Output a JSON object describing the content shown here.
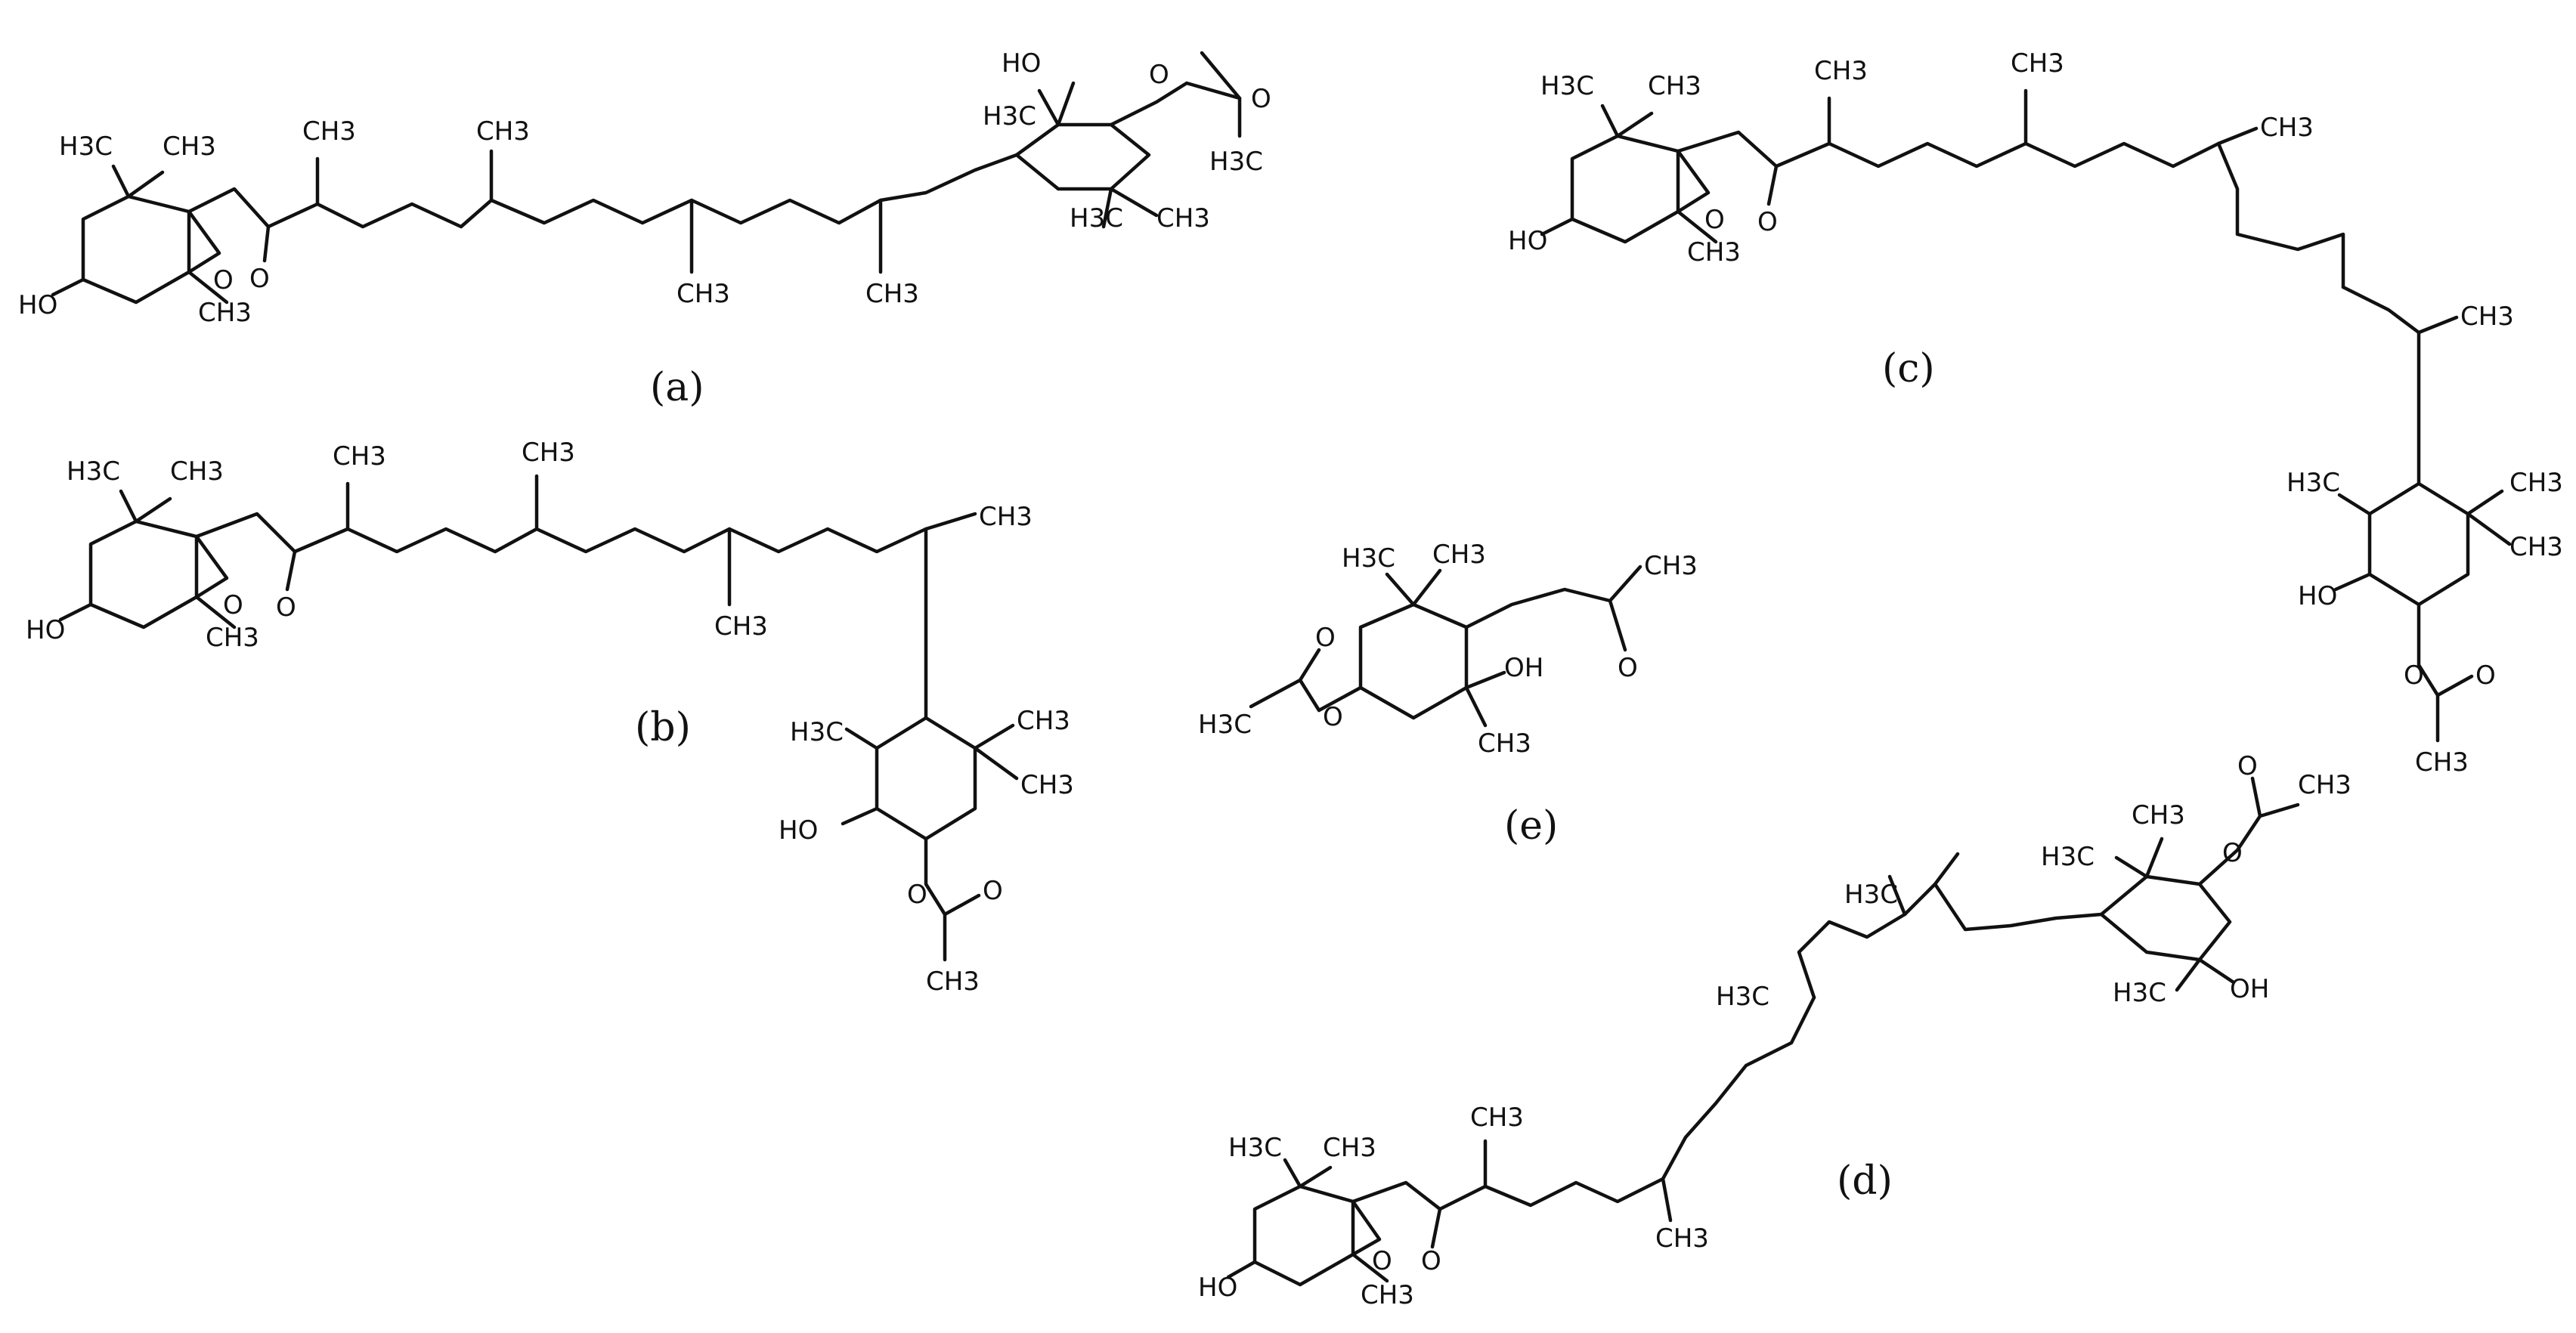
{
  "figure": {
    "structures": [
      {
        "id": "a",
        "caption": "(a)",
        "labels": {
          "ho_left": "HO",
          "epoxide_o": "O",
          "ketone_o": "O",
          "ho_right": "HO",
          "ester_o": "O",
          "carbonyl_o": "O",
          "h3c_gem": "H3C",
          "h3c_ring": "H3C",
          "h3c_acetyl": "H3C",
          "h3c_right": "H3C",
          "ch3_gem": "CH3",
          "ch3_epox": "CH3",
          "ch3_1": "CH3",
          "ch3_2": "CH3",
          "ch3_3": "CH3",
          "ch3_4": "CH3",
          "ch3_right": "CH3"
        }
      },
      {
        "id": "b",
        "caption": "(b)",
        "labels": {
          "ho_left": "HO",
          "epoxide_o": "O",
          "ketone_o": "O",
          "ho_right": "HO",
          "ester_o": "O",
          "carbonyl_o": "O",
          "h3c_gem": "H3C",
          "h3c_ring": "H3C",
          "ch3_gem": "CH3",
          "ch3_epox": "CH3",
          "ch3_1": "CH3",
          "ch3_2": "CH3",
          "ch3_3": "CH3",
          "ch3_4": "CH3",
          "ch3_ring1": "CH3",
          "ch3_ring2": "CH3",
          "ch3_acetyl": "CH3"
        }
      },
      {
        "id": "c",
        "caption": "(c)",
        "labels": {
          "ho_left": "HO",
          "epoxide_o": "O",
          "ketone_o": "O",
          "ho_right": "HO",
          "ester_o": "O",
          "carbonyl_o": "O",
          "h3c_gem": "H3C",
          "h3c_ring": "H3C",
          "ch3_gem": "CH3",
          "ch3_epox": "CH3",
          "ch3_1": "CH3",
          "ch3_2": "CH3",
          "ch3_3": "CH3",
          "ch3_4": "CH3",
          "ch3_ring1": "CH3",
          "ch3_ring2": "CH3",
          "ch3_acetyl": "CH3"
        }
      },
      {
        "id": "d",
        "caption": "(d)",
        "labels": {
          "ho_left": "HO",
          "epoxide_o": "O",
          "ketone_o": "O",
          "oh_right": "OH",
          "ester_o": "O",
          "carbonyl_o": "O",
          "h3c_gem": "H3C",
          "h3c_1": "H3C",
          "h3c_2": "H3C",
          "h3c_ring": "H3C",
          "h3c_ring2": "H3C",
          "ch3_gem": "CH3",
          "ch3_epox": "CH3",
          "ch3_1": "CH3",
          "ch3_2": "CH3",
          "ch3_ring": "CH3",
          "ch3_acetyl": "CH3"
        }
      },
      {
        "id": "e",
        "caption": "(e)",
        "labels": {
          "oh": "OH",
          "ester_o": "O",
          "carbonyl_o": "O",
          "ketone_o": "O",
          "h3c_gem": "H3C",
          "h3c_acetyl": "H3C",
          "ch3_gem": "CH3",
          "ch3_ring": "CH3",
          "ch3_ketone": "CH3"
        }
      }
    ]
  }
}
